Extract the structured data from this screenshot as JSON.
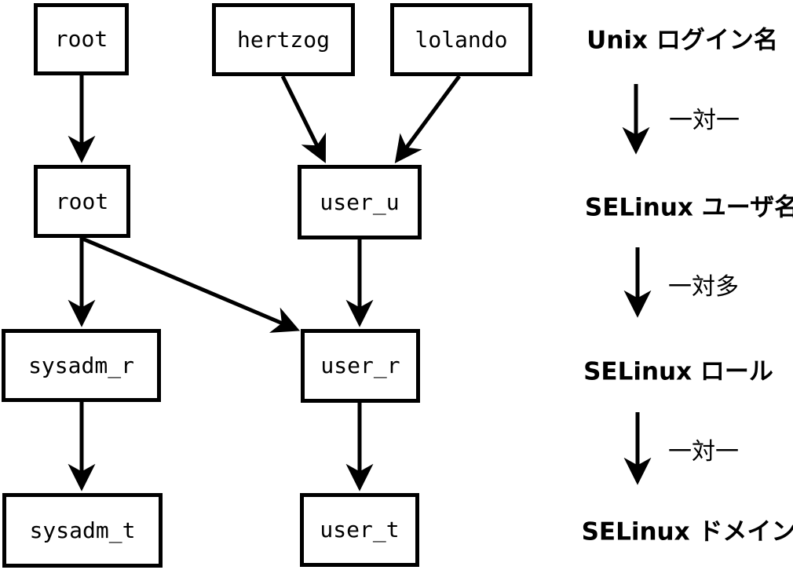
{
  "diagram": {
    "nodes": [
      {
        "label": "root"
      },
      {
        "label": "hertzog"
      },
      {
        "label": "lolando"
      },
      {
        "label": "root"
      },
      {
        "label": "user_u"
      },
      {
        "label": "sysadm_r"
      },
      {
        "label": "user_r"
      },
      {
        "label": "sysadm_t"
      },
      {
        "label": "user_t"
      }
    ],
    "legend": {
      "levels": [
        {
          "label": "Unix ログイン名"
        },
        {
          "label": "SELinux ユーザ名"
        },
        {
          "label": "SELinux ロール"
        },
        {
          "label": "SELinux ドメイン"
        }
      ],
      "relations": [
        {
          "label": "一対一"
        },
        {
          "label": "一対多"
        },
        {
          "label": "一対一"
        }
      ]
    },
    "colors": {
      "line": "#000000",
      "background": "#ffffff"
    }
  }
}
